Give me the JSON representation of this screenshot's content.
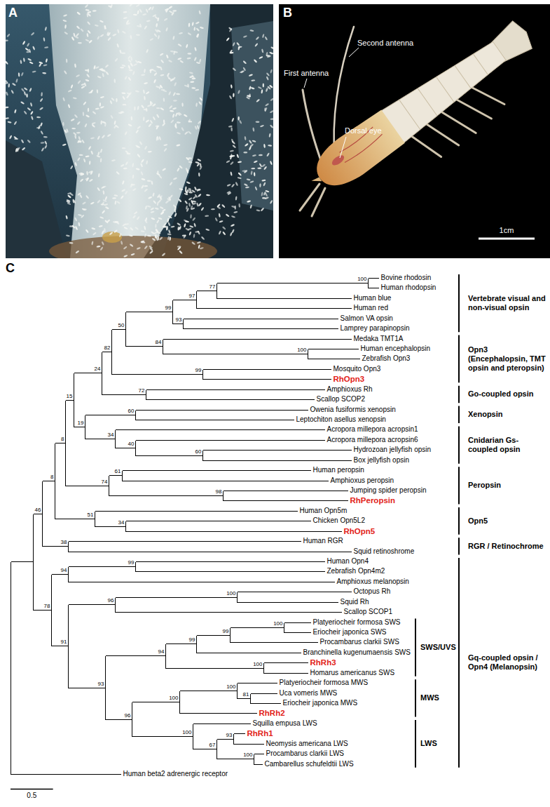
{
  "diagram": {
    "labels": [
      "A",
      "B",
      "First antenna",
      "Second antenna",
      "Dorsal eye",
      "1cm",
      "C",
      "Bovine rhodosin",
      "Human rhodopsin",
      "Human blue",
      "Human red",
      "Salmon VA opsin",
      "Lamprey parapinopsin",
      "Medaka TMT1A",
      "Human encephalopsin",
      "Zebrafish Opn3",
      "Mosquito Opn3",
      "RhOpn3",
      "Amphioxus Rh",
      "Scallop SCOP2",
      "Owenia fusiformis xenopsin",
      "Leptochiton asellus xenopsin",
      "Acropora millepora acropsin1",
      "Acropora millepora acropsin6",
      "Hydrozoan jellyfish opsin",
      "Box jellyfish opsin",
      "Human peropsin",
      "Amphioxus peropsin",
      "Jumping spider peropsin",
      "RhPeropsin",
      "Human Opn5m",
      "Chicken Opn5L2",
      "RhOpn5",
      "Human RGR",
      "Squid retinoshrome",
      "Human Opn4",
      "Zebrafish Opn4m2",
      "Amphioxus melanopsin",
      "Octopus Rh",
      "Squid Rh",
      "Scallop SCOP1",
      "Platyeriocheir formosa SWS",
      "Eriocheir japonica SWS",
      "Procambarus clarkii SWS",
      "Branchinella kugenumaensis SWS",
      "RhRh3",
      "Homarus americanus SWS",
      "Platyeriocheir formosa MWS",
      "Uca vomeris MWS",
      "Eriocheir japonica MWS",
      "RhRh2",
      "Squilla empusa LWS",
      "RhRh1",
      "Neomysis americana LWS",
      "Procambarus clarkii LWS",
      "Cambarellus schufeldtii LWS",
      "Human beta2 adrenergic receptor",
      "100",
      "77",
      "97",
      "99",
      "93",
      "50",
      "100",
      "82",
      "84",
      "24",
      "99",
      "15",
      "72",
      "60",
      "19",
      "34",
      "40",
      "60",
      "8",
      "61",
      "74",
      "98",
      "8",
      "46",
      "51",
      "34",
      "38",
      "99",
      "94",
      "100",
      "96",
      "78",
      "100",
      "99",
      "99",
      "94",
      "91",
      "100",
      "93",
      "100",
      "81",
      "100",
      "96",
      "100",
      "93",
      "67",
      "100",
      "Vertebrate visual and non-visual opsin",
      "Opn3 (Encephalopsin, TMT opsin and pteropsin)",
      "Go-coupled opsin",
      "Xenopsin",
      "Cnidarian Gs-coupled opsin",
      "Peropsin",
      "Opn5",
      "RGR / Retinochrome",
      "SWS/UVS",
      "MWS",
      "LWS",
      "Gq-coupled opsin / Opn4 (Melanopsin)",
      "0.5"
    ]
  }
}
